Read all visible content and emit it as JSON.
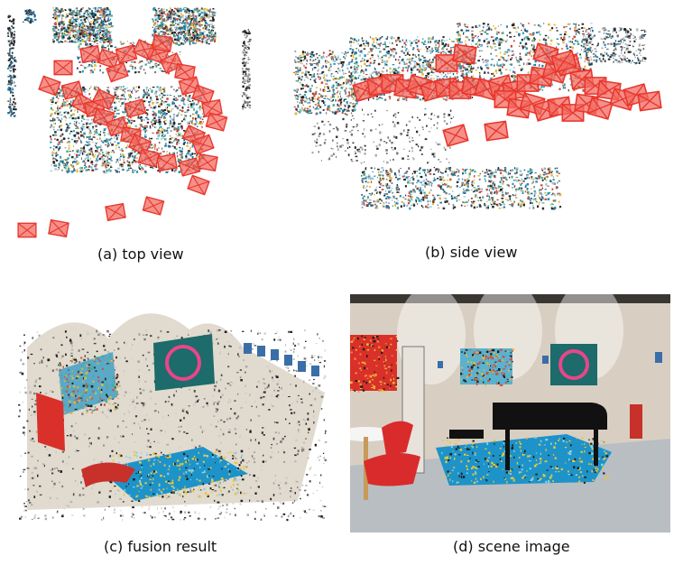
{
  "figure": {
    "panels": [
      {
        "id": "a",
        "caption": "(a)  top view"
      },
      {
        "id": "b",
        "caption": "(b) side view"
      },
      {
        "id": "c",
        "caption": "(c) fusion result"
      },
      {
        "id": "d",
        "caption": "(d) scene image"
      }
    ]
  },
  "colors": {
    "camera": "#e8362c",
    "camera_fill": "#f26a60",
    "point_cloud_blue": "#2a8fb8",
    "point_cloud_dark": "#222222",
    "rug_blue": "#1d93c9",
    "rug_yellow": "#e7c63a",
    "tapestry_red": "#d9302a",
    "wall": "#ded6c9"
  }
}
